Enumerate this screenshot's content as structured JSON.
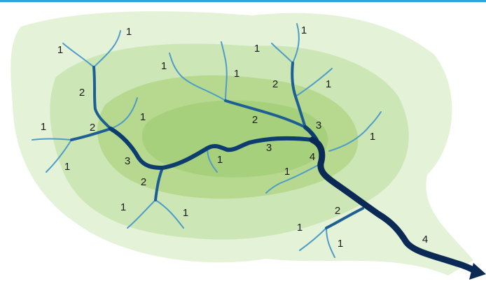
{
  "diagram": {
    "colors": {
      "border_line": "#2aa7e0",
      "basin_outer": "#e4f2d8",
      "basin_mid": "#cde6b6",
      "basin_inner": "#b6d98f",
      "basin_core": "#a7d07c",
      "order_1": "#4e9cc7",
      "order_2": "#1e5f93",
      "order_3": "#0d3c6e",
      "order_4": "#0a2a55"
    },
    "labels": {
      "a1": "1",
      "a2": "1",
      "a3": "1",
      "a4": "1",
      "a5": "1",
      "a6": "1",
      "a7": "1",
      "a8": "1",
      "a9": "1",
      "a10": "1",
      "a11": "1",
      "a12": "1",
      "a13": "1",
      "a14": "1",
      "a15": "1",
      "a16": "1",
      "b1": "2",
      "b2": "2",
      "b3": "2",
      "b4": "2",
      "b5": "2",
      "b6": "2",
      "c1": "3",
      "c2": "3",
      "c3": "3",
      "d1": "4",
      "d2": "4"
    }
  }
}
